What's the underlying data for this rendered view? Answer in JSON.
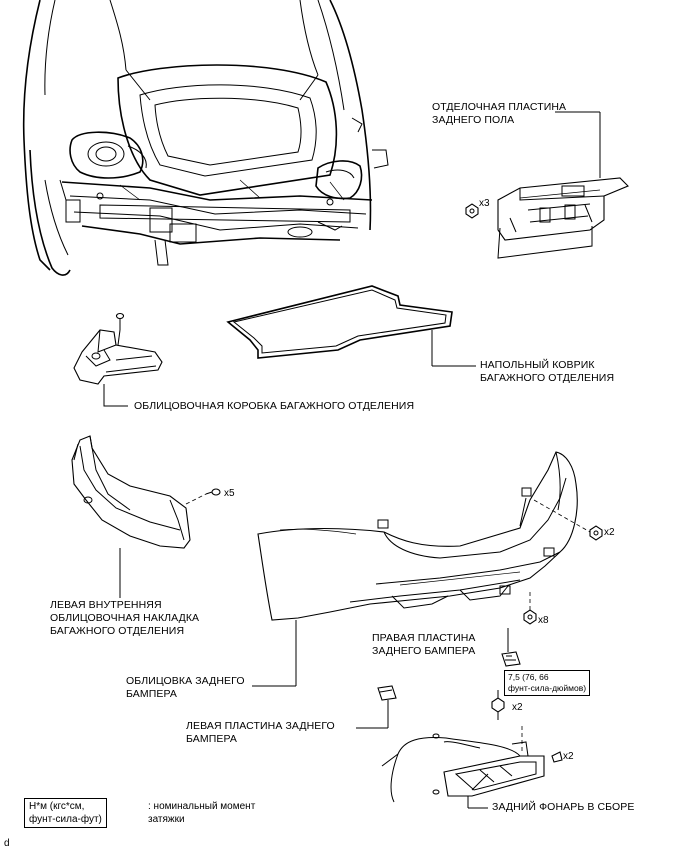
{
  "labels": {
    "floor_trim_plate": "ОТДЕЛОЧНАЯ ПЛАСТИНА\nЗАДНЕГО ПОЛА",
    "trunk_floor_mat": "НАПОЛЬНЫЙ КОВРИК\nБАГАЖНОГО ОТДЕЛЕНИЯ",
    "trunk_trim_box": "ОБЛИЦОВОЧНАЯ КОРОБКА БАГАЖНОГО ОТДЕЛЕНИЯ",
    "left_inner_trim": "ЛЕВАЯ ВНУТРЕННЯЯ\nОБЛИЦОВОЧНАЯ НАКЛАДКА\nБАГАЖНОГО ОТДЕЛЕНИЯ",
    "rear_bumper_cover": "ОБЛИЦОВКА ЗАДНЕГО\nБАМПЕРА",
    "right_bumper_plate": "ПРАВАЯ ПЛАСТИНА\nЗАДНЕГО БАМПЕРА",
    "left_bumper_plate": "ЛЕВАЯ ПЛАСТИНА ЗАДНЕГО\nБАМПЕРА",
    "rear_lamp_assembly": "ЗАДНИЙ ФОНАРЬ В СБОРЕ"
  },
  "quantities": {
    "trim_plate_nuts": "x3",
    "inner_trim_clips": "x5",
    "bumper_side_clips": "x2",
    "bumper_lower_clips": "x8",
    "lamp_bolts": "x2",
    "lamp_screws": "x2"
  },
  "torque_spec": "7,5 (76, 66\nфунт-сила-дюймов)",
  "legend": {
    "unit": "Н*м (кгс*см,\nфунт-сила-фут)",
    "description": ": номинальный момент\nзатяжки"
  },
  "corner_mark": "d"
}
